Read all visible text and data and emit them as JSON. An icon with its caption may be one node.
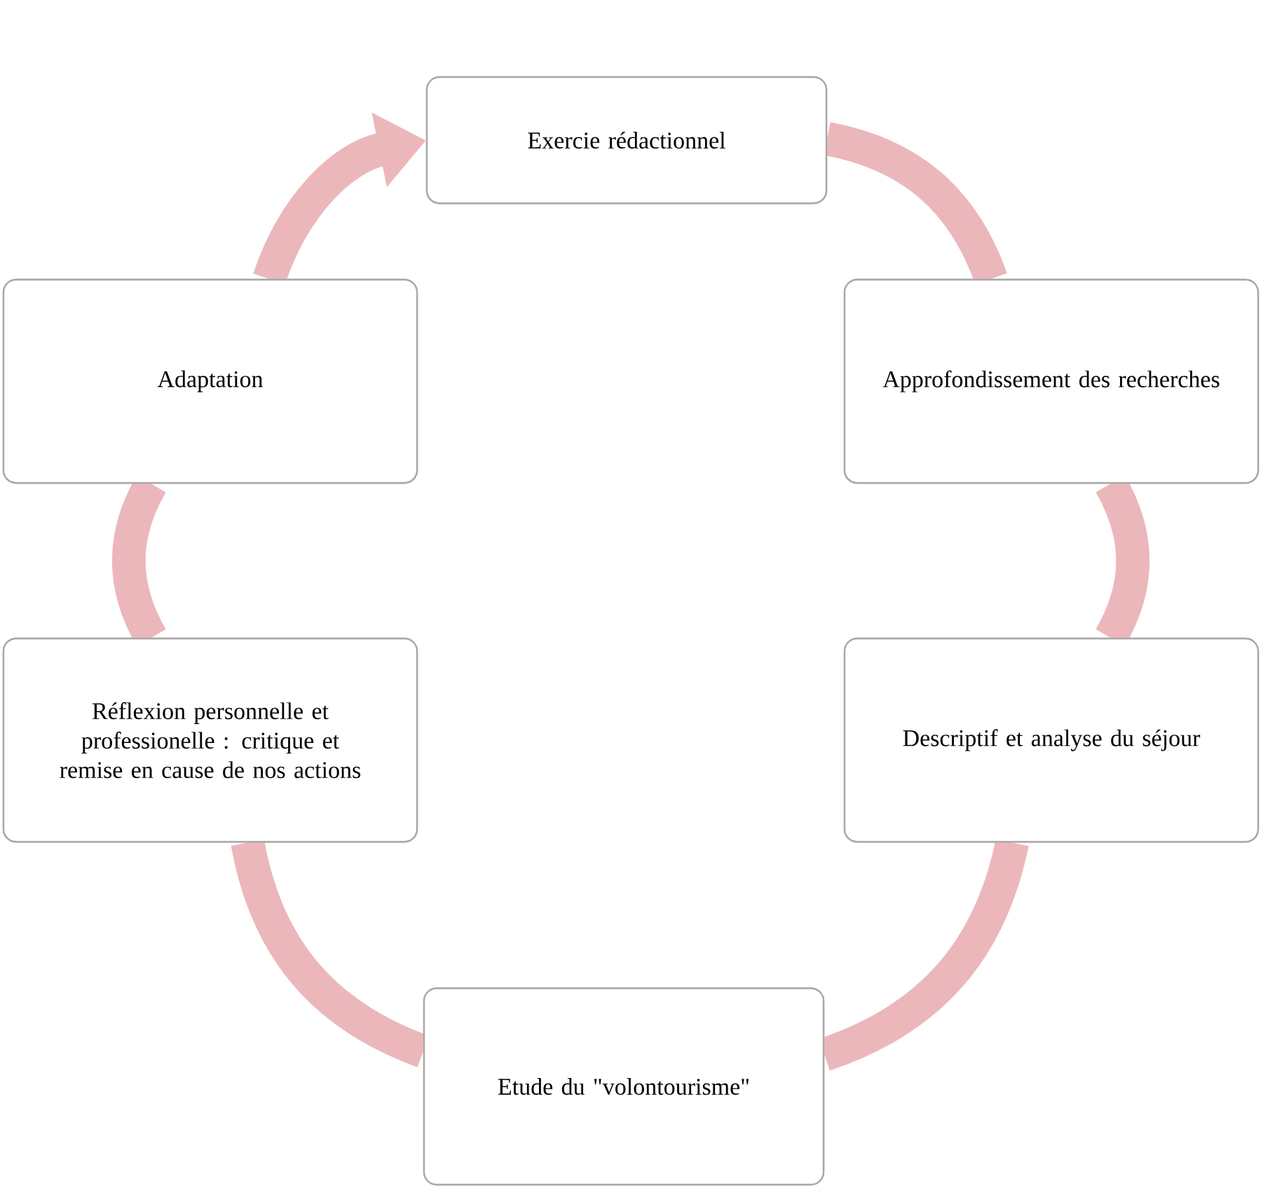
{
  "diagram": {
    "nodes": [
      {
        "text": [
          "Exercie rédactionnel"
        ]
      },
      {
        "text": [
          "Approfondissement des recherches"
        ]
      },
      {
        "text": [
          "Descriptif et analyse du séjour"
        ]
      },
      {
        "text": [
          "Etude du \"volontourisme\""
        ]
      },
      {
        "text": [
          "Réflexion personnelle et professionelle : critique et remise en cause de nos actions"
        ]
      },
      {
        "text": [
          "Adaptation"
        ]
      }
    ],
    "edges": [
      {
        "from": 0,
        "to": 1,
        "arrow": "none"
      },
      {
        "from": 1,
        "to": 2,
        "arrow": "none"
      },
      {
        "from": 2,
        "to": 3,
        "arrow": "none"
      },
      {
        "from": 3,
        "to": 4,
        "arrow": "none"
      },
      {
        "from": 4,
        "to": 5,
        "arrow": "none"
      },
      {
        "from": 5,
        "to": 0,
        "arrow": "to"
      }
    ]
  }
}
